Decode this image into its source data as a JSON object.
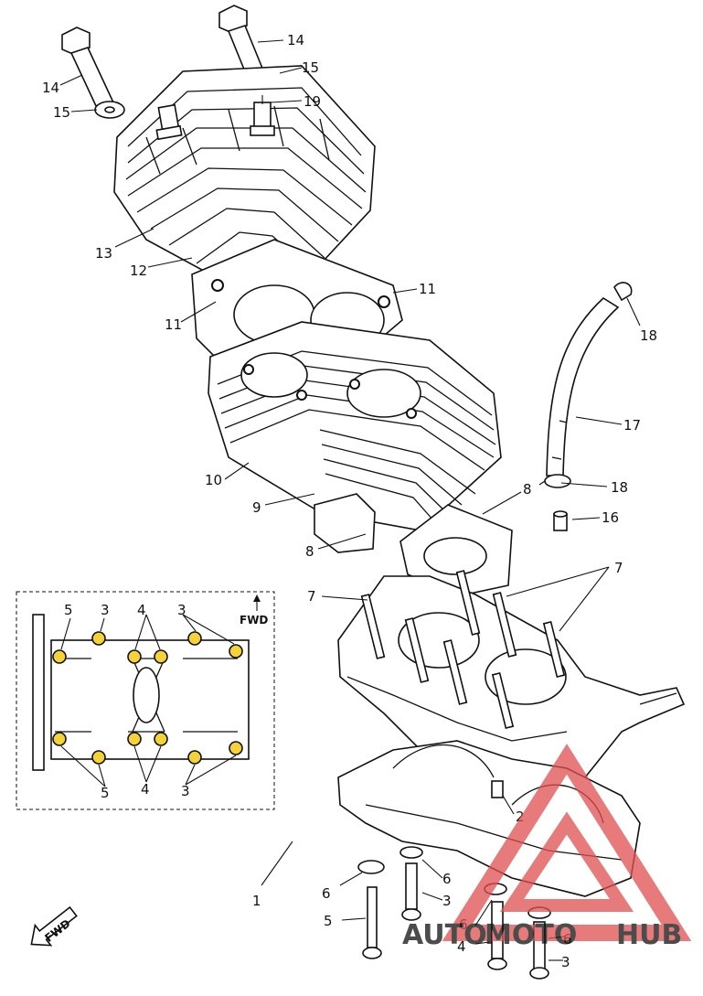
{
  "callouts": {
    "c1": "1",
    "c2": "2",
    "c3a": "3",
    "c3b": "3",
    "c4": "4",
    "c5": "5",
    "c6a": "6",
    "c6b": "6",
    "c6c": "6",
    "c6d": "6",
    "c7a": "7",
    "c7b": "7",
    "c8a": "8",
    "c8b": "8",
    "c9": "9",
    "c10": "10",
    "c11a": "11",
    "c11b": "11",
    "c12": "12",
    "c13": "13",
    "c14a": "14",
    "c14b": "14",
    "c15a": "15",
    "c15b": "15",
    "c16": "16",
    "c17": "17",
    "c18a": "18",
    "c18b": "18",
    "c19": "19"
  },
  "inset": {
    "fwd_label": "FWD",
    "labels": {
      "i5top": "5",
      "i3top": "3",
      "i4top": "4",
      "i3topr": "3",
      "i5bot": "5",
      "i4bot": "4",
      "i3bot": "3"
    }
  },
  "fwd_arrow_label": "FWD",
  "watermark": {
    "part1": "AUTO",
    "part2": "MOTO",
    "part3": "HUB",
    "colors": {
      "auto": "#f0b98a",
      "moto": "#e8a9a9",
      "hub": "#9a9a9a",
      "triangle": "#e05050"
    }
  }
}
